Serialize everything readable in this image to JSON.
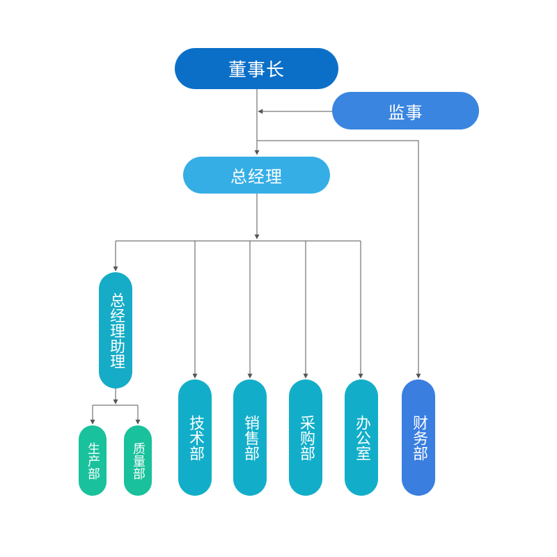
{
  "org_chart": {
    "chairman": "董事长",
    "supervisor": "监事",
    "general_manager": "总经理",
    "gm_assistant": "总经理助理",
    "production": "生产部",
    "quality": "质量部",
    "technology": "技术部",
    "sales": "销售部",
    "purchasing": "采购部",
    "office": "办公室",
    "finance": "财务部"
  },
  "colors": {
    "chairman": "#0b6fc8",
    "supervisor": "#3a85e0",
    "general_manager": "#35aee6",
    "assistant": "#16abc6",
    "departments": "#12aec9",
    "sub_departments": "#19c19c",
    "finance": "#3a7ee0",
    "connector": "#555555"
  }
}
